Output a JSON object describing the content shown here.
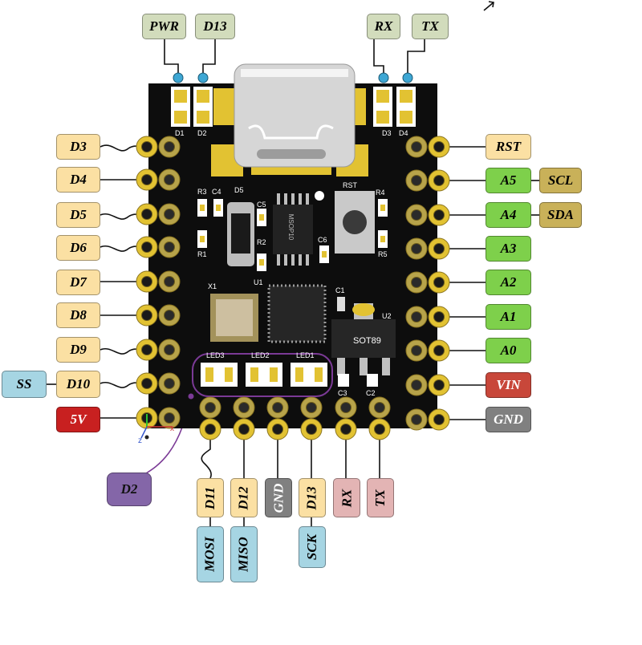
{
  "colors": {
    "pcb": "#0d0d0d",
    "gold": "#e2c232",
    "wire": "#111111",
    "led_ring": "#7b3a96",
    "sel_pin": "#2ec22e"
  },
  "top_labels": [
    {
      "text": "PWR",
      "fill": "#d2dcbc"
    },
    {
      "text": "D13",
      "fill": "#d2dcbc"
    },
    {
      "text": "RX",
      "fill": "#d2dcbc"
    },
    {
      "text": "TX",
      "fill": "#d2dcbc"
    }
  ],
  "left_labels": [
    {
      "text": "D3",
      "fill": "#fbe0a3"
    },
    {
      "text": "D4",
      "fill": "#fbe0a3"
    },
    {
      "text": "D5",
      "fill": "#fbe0a3"
    },
    {
      "text": "D6",
      "fill": "#fbe0a3"
    },
    {
      "text": "D7",
      "fill": "#fbe0a3"
    },
    {
      "text": "D8",
      "fill": "#fbe0a3"
    },
    {
      "text": "D9",
      "fill": "#fbe0a3"
    },
    {
      "text": "D10",
      "fill": "#fbe0a3"
    },
    {
      "text": "5V",
      "fill": "#c82020"
    }
  ],
  "ss_label": {
    "text": "SS",
    "fill": "#a6d5e3"
  },
  "right_labels": [
    {
      "text": "RST",
      "fill": "#fbe0a3"
    },
    {
      "text": "A5",
      "fill": "#7ed04b"
    },
    {
      "text": "A4",
      "fill": "#7ed04b"
    },
    {
      "text": "A3",
      "fill": "#7ed04b"
    },
    {
      "text": "A2",
      "fill": "#7ed04b"
    },
    {
      "text": "A1",
      "fill": "#7ed04b"
    },
    {
      "text": "A0",
      "fill": "#7ed04b"
    },
    {
      "text": "VIN",
      "fill": "#c8473a"
    },
    {
      "text": "GND",
      "fill": "#808080"
    }
  ],
  "i2c_labels": [
    {
      "text": "SCL",
      "fill": "#c9b159"
    },
    {
      "text": "SDA",
      "fill": "#c9b159"
    }
  ],
  "bottom_labels": [
    {
      "text": "D11",
      "fill": "#fbe0a3"
    },
    {
      "text": "D12",
      "fill": "#fbe0a3"
    },
    {
      "text": "GND",
      "fill": "#808080"
    },
    {
      "text": "D13",
      "fill": "#fbe0a3"
    },
    {
      "text": "RX",
      "fill": "#e3b4b4"
    },
    {
      "text": "TX",
      "fill": "#e3b4b4"
    }
  ],
  "spi_labels": [
    {
      "text": "MOSI",
      "fill": "#a6d5e3"
    },
    {
      "text": "MISO",
      "fill": "#a6d5e3"
    },
    {
      "text": "SCK",
      "fill": "#a6d5e3"
    }
  ],
  "d2_label": {
    "text": "D2",
    "fill": "#8466a8"
  },
  "silkscreen": {
    "d1": "D1",
    "d2": "D2",
    "d3": "D3",
    "d4": "D4",
    "r3": "R3",
    "c4": "C4",
    "d5": "D5",
    "c5": "C5",
    "rst": "RST",
    "r4": "R4",
    "r2": "R2",
    "c6": "C6",
    "r1": "R1",
    "r5": "R5",
    "x1": "X1",
    "u1": "U1",
    "c1": "C1",
    "u2": "U2",
    "sot89": "SOT89",
    "led3": "LED3",
    "led2": "LED2",
    "led1": "LED1",
    "c3": "C3",
    "c2": "C2",
    "msop": "MSOP10"
  },
  "axis": {
    "z": "z",
    "x": "x"
  }
}
